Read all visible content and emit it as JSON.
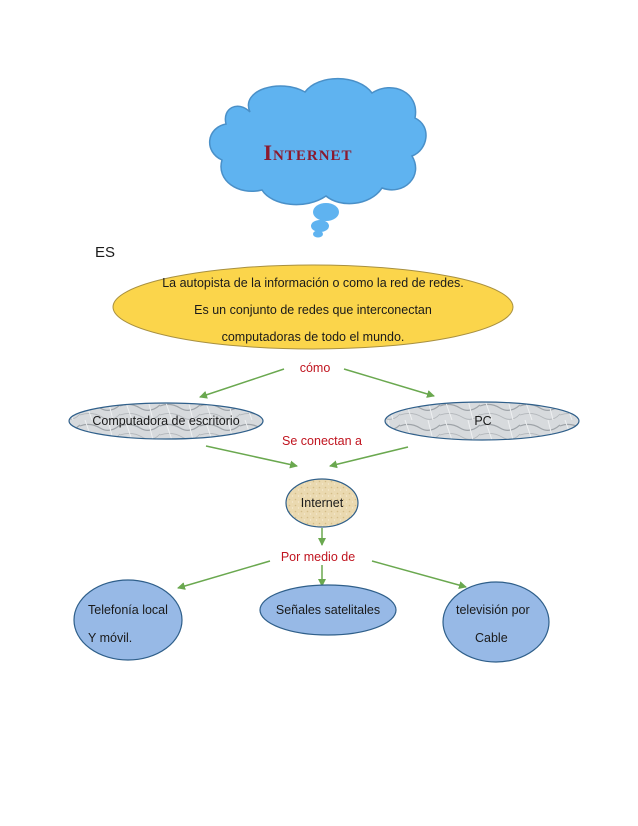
{
  "cloud": {
    "title": "Internet",
    "fill": "#5fb3f0",
    "text_color": "#8b1a2e"
  },
  "es_label": "ES",
  "definition": {
    "line1": "La autopista de la información o como la red  de redes.",
    "line2": "Es un conjunto de redes que interconectan",
    "line3": "computadoras de todo el mundo.",
    "fill": "#fbd54b"
  },
  "connectors": {
    "como": "cómo",
    "se_conectan": "Se conectan a",
    "por_medio": "Por medio de",
    "color": "#c0141f"
  },
  "devices": {
    "desktop": "Computadora de escritorio",
    "pc": "PC",
    "internet_node": "Internet"
  },
  "media": {
    "telefonia_l1": "Telefonía local",
    "telefonia_l2": "Y móvil.",
    "satelite": "Señales satelitales",
    "tv_l1": "televisión por",
    "tv_l2": "Cable",
    "fill": "#97b9e6"
  },
  "colors": {
    "arrow": "#6aa84f",
    "marble": "#cfd3d6",
    "sand": "#ecdcb5"
  }
}
